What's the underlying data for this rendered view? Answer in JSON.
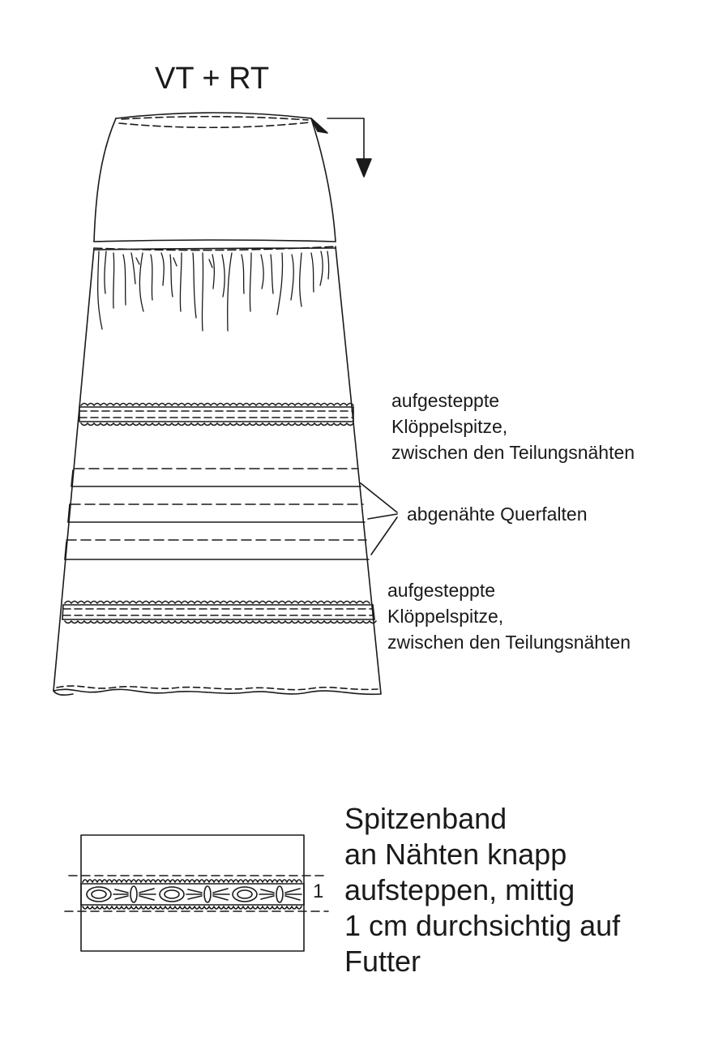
{
  "diagram": {
    "title": "VT + RT",
    "labels": {
      "lace_top": [
        "aufgesteppte",
        "Klöppelspitze,",
        "zwischen den Teilungsnähten"
      ],
      "tucks": "abgenähte Querfalten",
      "lace_bottom": [
        "aufgesteppte",
        "Klöppelspitze,",
        "zwischen den Teilungsnähten"
      ]
    },
    "detail": {
      "text": [
        "Spitzenband",
        "an Nähten knapp",
        "aufsteppen, mittig",
        "1 cm durchsichtig auf",
        "Futter"
      ],
      "dimension": "1"
    }
  }
}
